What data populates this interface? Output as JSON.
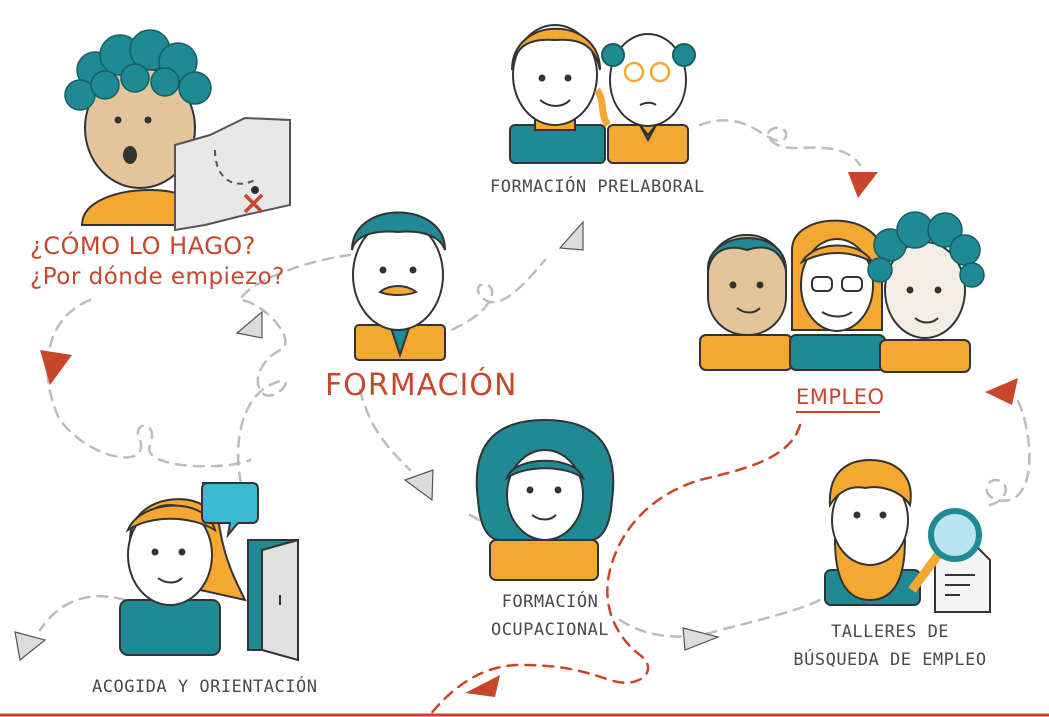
{
  "question": {
    "line1": "¿CÓMO LO HAGO?",
    "line2": "¿Por dónde empiezo?"
  },
  "nodes": {
    "formacion": "FORMACIÓN",
    "prelaboral": "FORMACIÓN PRELABORAL",
    "empleo": "EMPLEO",
    "ocupacional_1": "FORMACIÓN",
    "ocupacional_2": "OCUPACIONAL",
    "talleres_1": "TALLERES DE",
    "talleres_2": "BÚSQUEDA DE EMPLEO",
    "acogida": "ACOGIDA Y ORIENTACIÓN"
  },
  "colors": {
    "teal": "#1f8a93",
    "orange": "#f4a832",
    "skin_tan": "#e3c49b",
    "red": "#c8462c",
    "gray_line": "#bdbdbd",
    "text_gray": "#4a4a4a",
    "speech_blue": "#3bb9d3"
  }
}
